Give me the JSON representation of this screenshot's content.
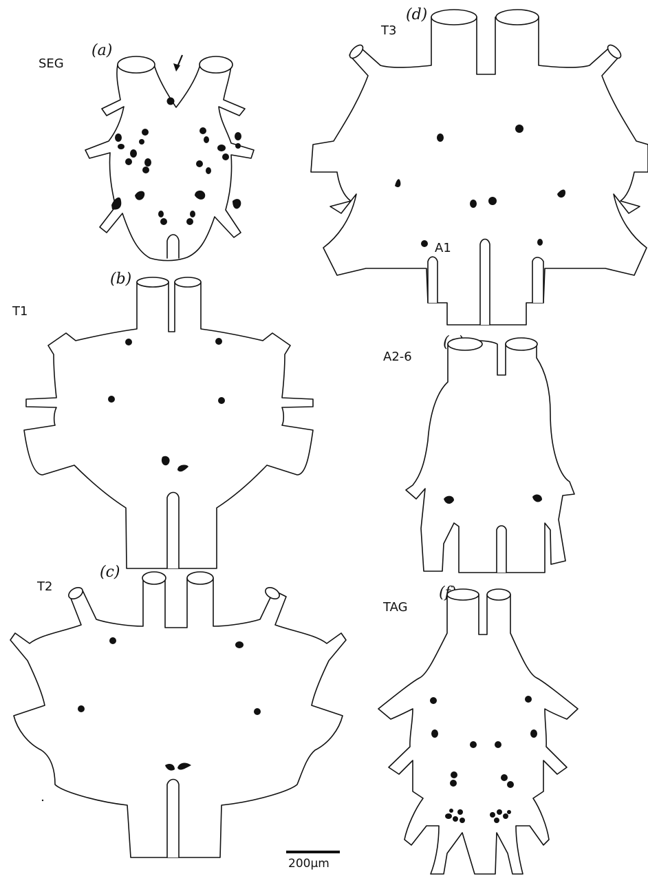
{
  "colors": {
    "ink": "#111111",
    "background": "#ffffff"
  },
  "panels": [
    {
      "id": "a",
      "letter": "(a)",
      "label": "SEG",
      "neuron_count": 26
    },
    {
      "id": "b",
      "letter": "(b)",
      "label": "T1",
      "neuron_count": 6
    },
    {
      "id": "c",
      "letter": "(c)",
      "label": "T2",
      "neuron_count": 6
    },
    {
      "id": "d",
      "letter": "(d)",
      "label": "T3",
      "neuron_count": 8,
      "sub_label": "A1"
    },
    {
      "id": "e",
      "letter": "(e)",
      "label": "A2-6",
      "neuron_count": 2
    },
    {
      "id": "f",
      "letter": "(f)",
      "label": "TAG",
      "neuron_count": 20
    }
  ],
  "scale_bar": {
    "label": "200µm"
  },
  "marker": {
    "name": "arrow",
    "panel": "a"
  }
}
